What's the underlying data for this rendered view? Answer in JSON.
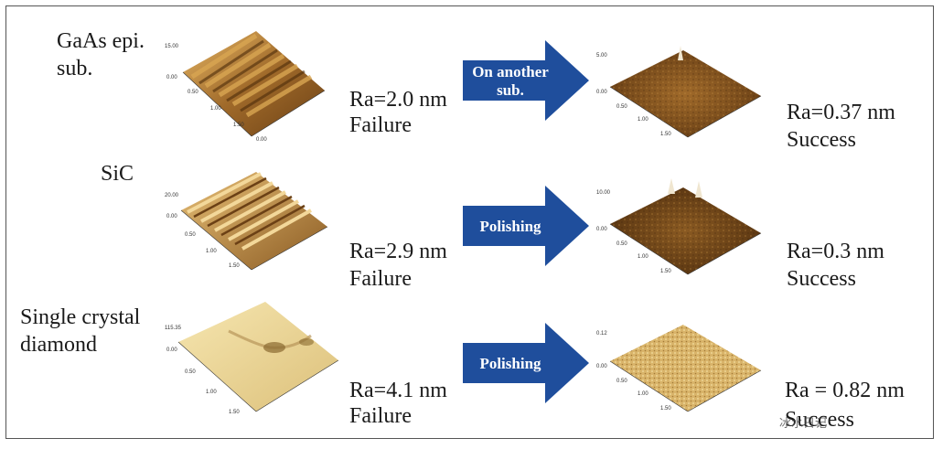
{
  "samples": [
    {
      "name": "GaAs epi.\nsub.",
      "before": {
        "ra": "Ra=2.0 nm",
        "outcome": "Failure",
        "z_label": "15.00\n[nm]"
      },
      "process": "On another\nsub.",
      "after": {
        "ra": "Ra=0.37 nm",
        "outcome": "Success",
        "z_label": "5.00\n[nm]"
      }
    },
    {
      "name": "SiC",
      "before": {
        "ra": "Ra=2.9 nm",
        "outcome": "Failure",
        "z_label": "20.00\n[nm]"
      },
      "process": "Polishing",
      "after": {
        "ra": "Ra=0.3 nm",
        "outcome": "Success",
        "z_label": "10.00\n[nm]"
      }
    },
    {
      "name": "Single crystal\ndiamond",
      "before": {
        "ra": "Ra=4.1 nm",
        "outcome": "Failure",
        "z_label": "115.35\n[nm]"
      },
      "process": "Polishing",
      "after": {
        "ra": "Ra = 0.82 nm",
        "outcome": "Success",
        "z_label": "0.12\n[nm]"
      }
    }
  ],
  "axis_ticks": [
    "0.00",
    "0.50",
    "1.00",
    "1.50"
  ],
  "colors": {
    "arrow": "#1f4e9c",
    "afm_dark": "#5a3410",
    "afm_mid": "#a06a2a",
    "afm_light": "#e8c077",
    "diamond": "#f2dfa0"
  },
  "watermark": "冰水日记"
}
